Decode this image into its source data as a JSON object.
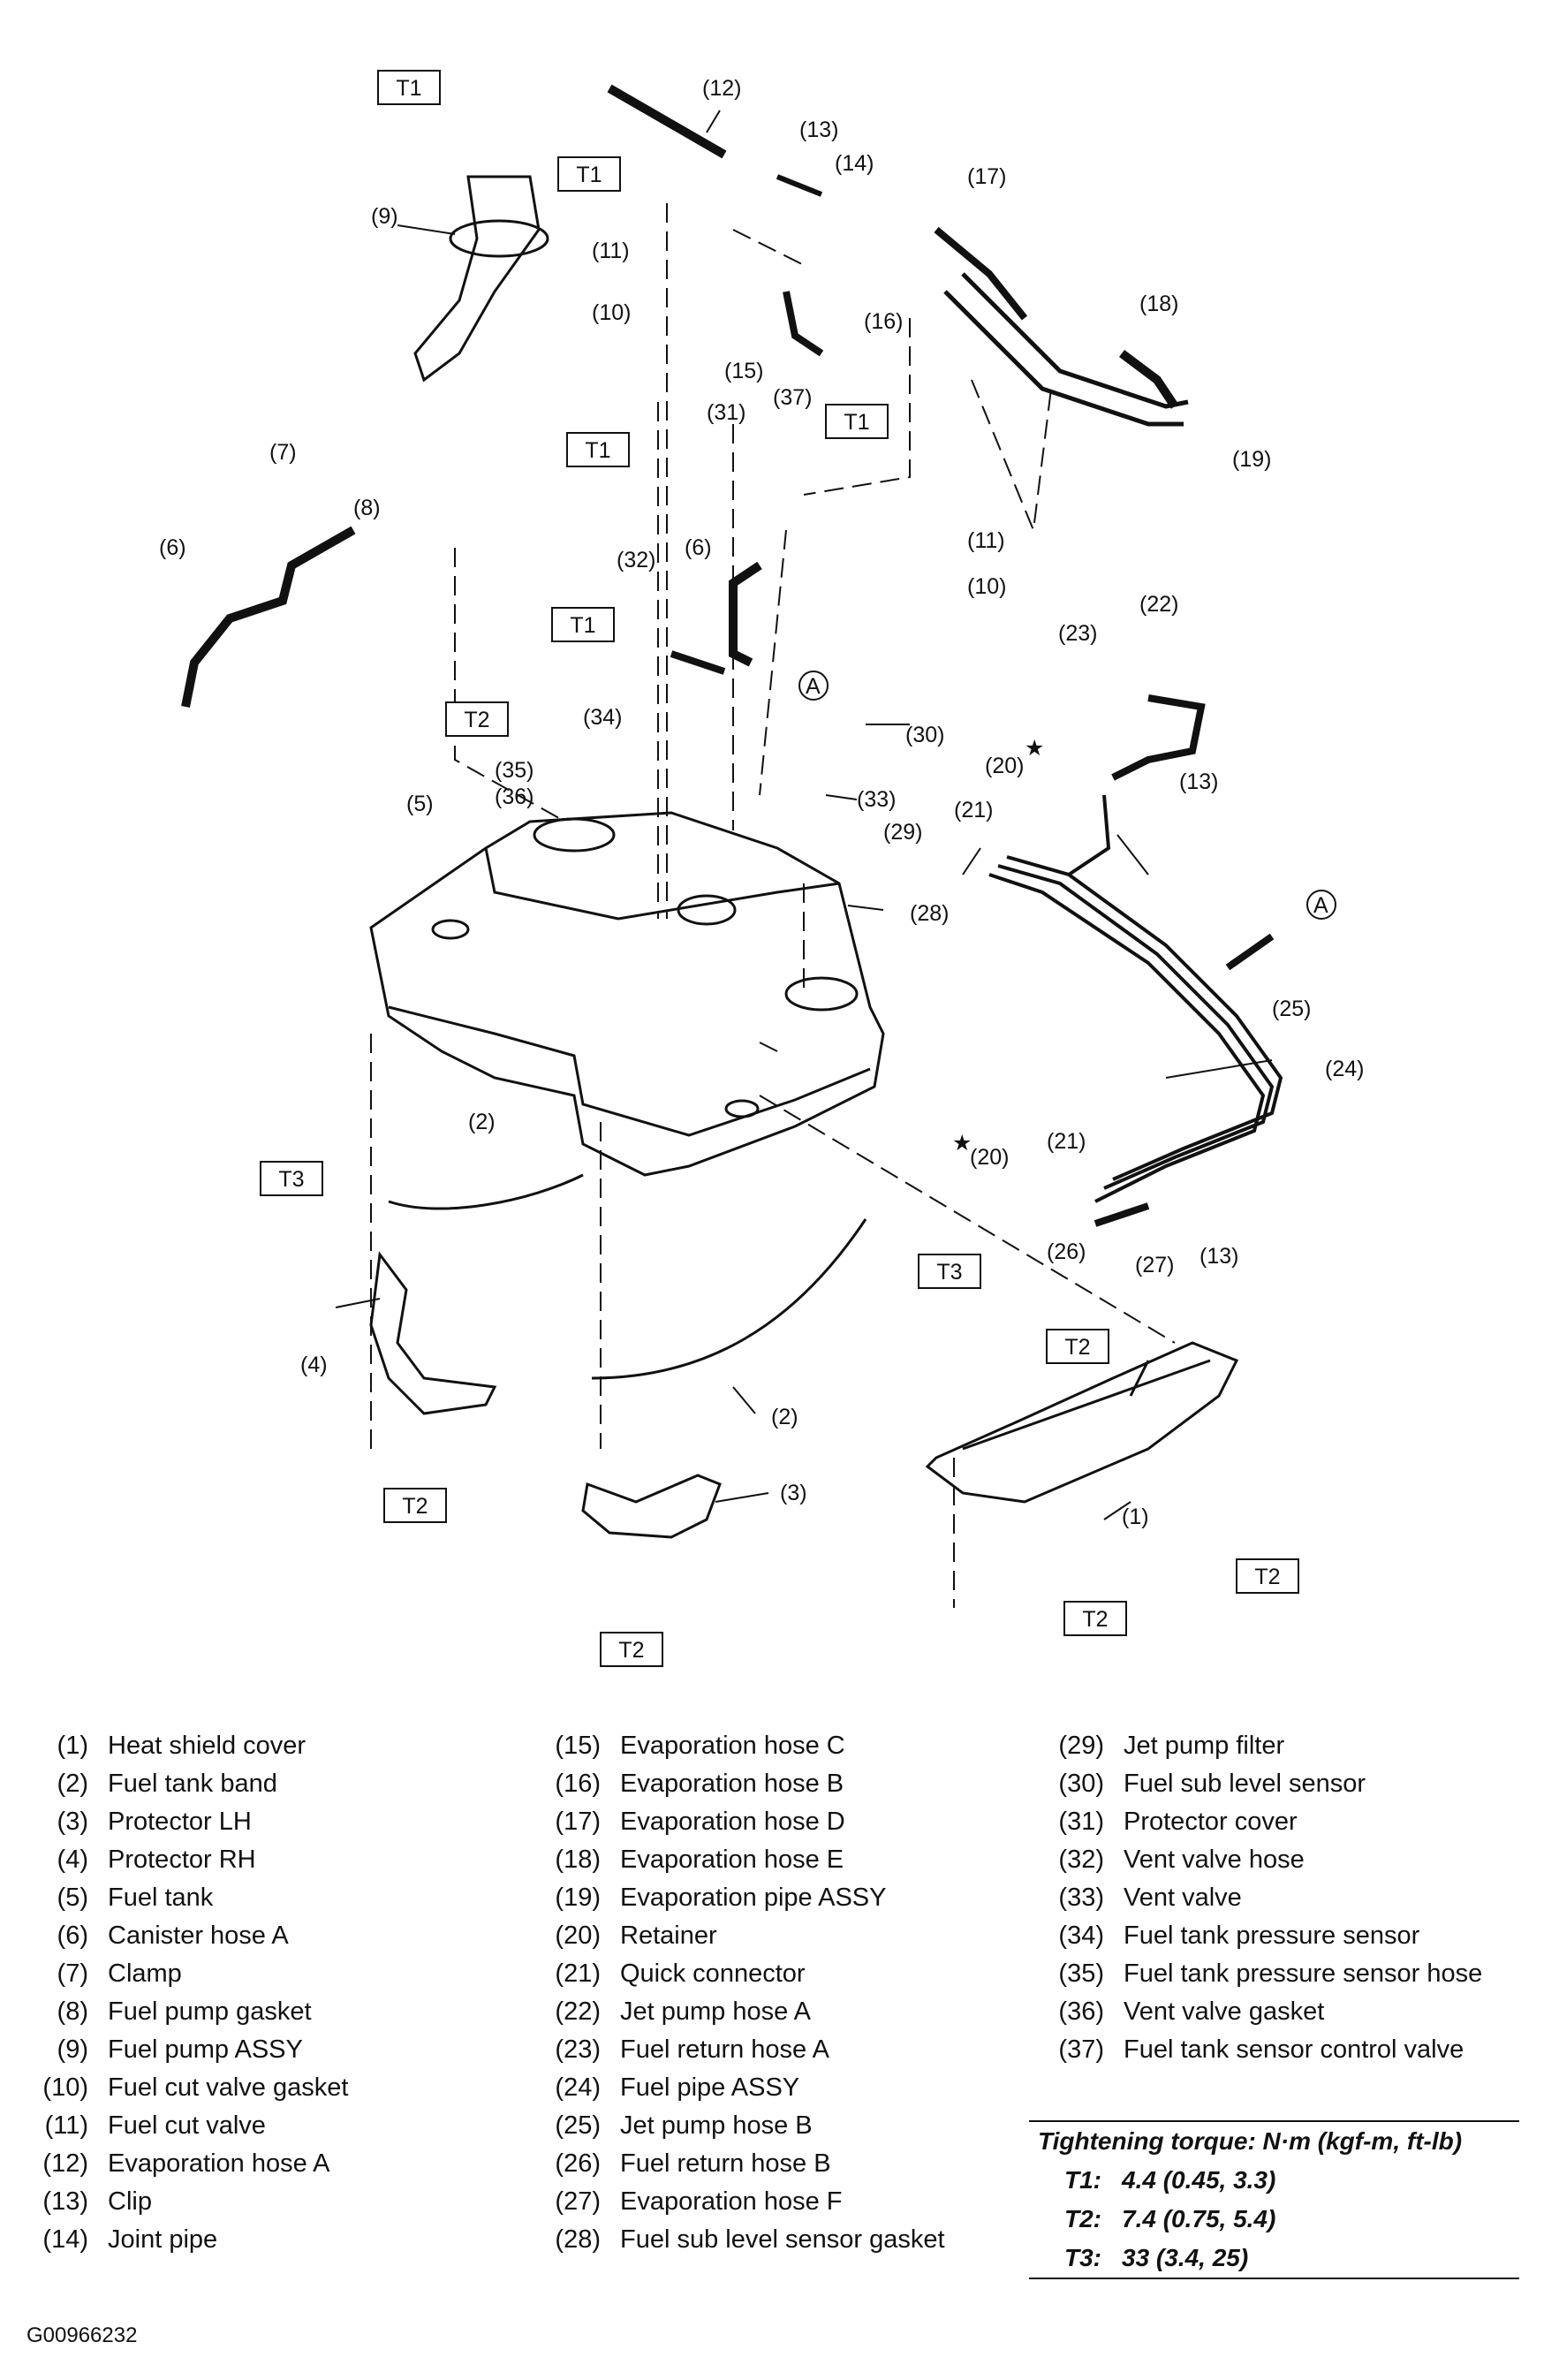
{
  "callouts": {
    "c12": "(12)",
    "c13": "(13)",
    "c14": "(14)",
    "c17": "(17)",
    "c9": "(9)",
    "c11a": "(11)",
    "c10a": "(10)",
    "c16": "(16)",
    "c15": "(15)",
    "c18": "(18)",
    "c19": "(19)",
    "c31": "(31)",
    "c37": "(37)",
    "c7": "(7)",
    "c8": "(8)",
    "c6a": "(6)",
    "c11b": "(11)",
    "c10b": "(10)",
    "c32": "(32)",
    "c6b": "(6)",
    "c22": "(22)",
    "c23": "(23)",
    "c34": "(34)",
    "c30": "(30)",
    "c35": "(35)",
    "c36": "(36)",
    "c33": "(33)",
    "c29": "(29)",
    "c20a": "(20)",
    "c13b": "(13)",
    "c21a": "(21)",
    "c5": "(5)",
    "c28": "(28)",
    "c25": "(25)",
    "c24": "(24)",
    "c2a": "(2)",
    "c20b": "(20)",
    "c21b": "(21)",
    "c26": "(26)",
    "c27": "(27)",
    "c13c": "(13)",
    "c4": "(4)",
    "c2b": "(2)",
    "c3": "(3)",
    "c1": "(1)",
    "refA1": "A",
    "refA2": "A",
    "star": "★"
  },
  "torque_boxes": {
    "t1a": "T1",
    "t1b": "T1",
    "t1c": "T1",
    "t1d": "T1",
    "t1e": "T1",
    "t2a": "T2",
    "t2b": "T2",
    "t2c": "T2",
    "t2d": "T2",
    "t2e": "T2",
    "t2f": "T2",
    "t3a": "T3",
    "t3b": "T3"
  },
  "legend": {
    "col1": [
      {
        "num": "(1)",
        "name": "Heat shield cover"
      },
      {
        "num": "(2)",
        "name": "Fuel tank band"
      },
      {
        "num": "(3)",
        "name": "Protector LH"
      },
      {
        "num": "(4)",
        "name": "Protector RH"
      },
      {
        "num": "(5)",
        "name": "Fuel tank"
      },
      {
        "num": "(6)",
        "name": "Canister hose A"
      },
      {
        "num": "(7)",
        "name": "Clamp"
      },
      {
        "num": "(8)",
        "name": "Fuel pump gasket"
      },
      {
        "num": "(9)",
        "name": "Fuel pump ASSY"
      },
      {
        "num": "(10)",
        "name": "Fuel cut valve gasket"
      },
      {
        "num": "(11)",
        "name": "Fuel cut valve"
      },
      {
        "num": "(12)",
        "name": "Evaporation hose A"
      },
      {
        "num": "(13)",
        "name": "Clip"
      },
      {
        "num": "(14)",
        "name": "Joint pipe"
      }
    ],
    "col2": [
      {
        "num": "(15)",
        "name": "Evaporation hose C"
      },
      {
        "num": "(16)",
        "name": "Evaporation hose B"
      },
      {
        "num": "(17)",
        "name": "Evaporation hose D"
      },
      {
        "num": "(18)",
        "name": "Evaporation hose E"
      },
      {
        "num": "(19)",
        "name": "Evaporation pipe ASSY"
      },
      {
        "num": "(20)",
        "name": "Retainer"
      },
      {
        "num": "(21)",
        "name": "Quick connector"
      },
      {
        "num": "(22)",
        "name": "Jet pump hose A"
      },
      {
        "num": "(23)",
        "name": "Fuel return hose A"
      },
      {
        "num": "(24)",
        "name": "Fuel pipe ASSY"
      },
      {
        "num": "(25)",
        "name": "Jet pump hose B"
      },
      {
        "num": "(26)",
        "name": "Fuel return hose B"
      },
      {
        "num": "(27)",
        "name": "Evaporation hose F"
      },
      {
        "num": "(28)",
        "name": "Fuel sub level sensor gasket"
      }
    ],
    "col3": [
      {
        "num": "(29)",
        "name": "Jet pump filter"
      },
      {
        "num": "(30)",
        "name": "Fuel sub level sensor"
      },
      {
        "num": "(31)",
        "name": "Protector cover"
      },
      {
        "num": "(32)",
        "name": "Vent valve hose"
      },
      {
        "num": "(33)",
        "name": "Vent valve"
      },
      {
        "num": "(34)",
        "name": "Fuel tank pressure sensor"
      },
      {
        "num": "(35)",
        "name": "Fuel tank pressure sensor hose"
      },
      {
        "num": "(36)",
        "name": "Vent valve gasket"
      },
      {
        "num": "(37)",
        "name": "Fuel tank sensor control valve"
      }
    ]
  },
  "torque_table": {
    "title": "Tightening torque: N·m (kgf-m, ft-lb)",
    "rows": [
      {
        "key": "T1:",
        "value": "4.4 (0.45, 3.3)"
      },
      {
        "key": "T2:",
        "value": "7.4 (0.75, 5.4)"
      },
      {
        "key": "T3:",
        "value": "33 (3.4, 25)"
      }
    ]
  },
  "figure_id": "G00966232"
}
